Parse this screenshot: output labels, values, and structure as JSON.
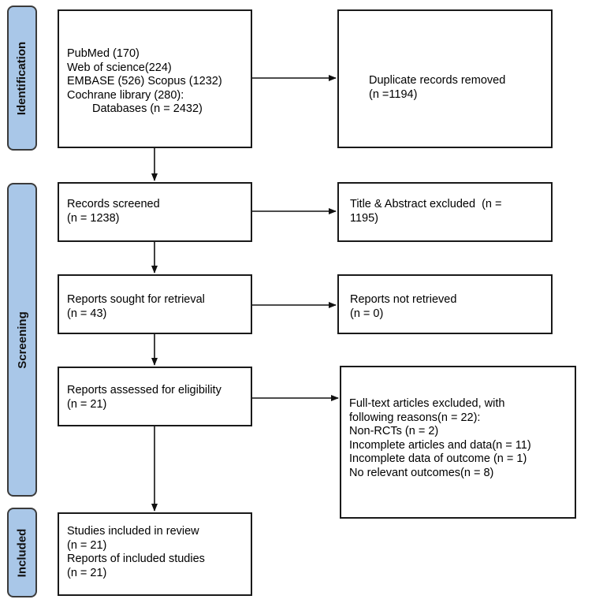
{
  "phases": {
    "identification": "Identification",
    "screening": "Screening",
    "included": "Included"
  },
  "identification": {
    "databases": [
      "PubMed (170)",
      "Web of science(224)",
      "EMBASE (526) Scopus (1232)",
      "Cochrane library (280):"
    ],
    "databases_total": "Databases (n = 2432)",
    "duplicates": [
      "Duplicate records removed",
      "(n =1194)"
    ]
  },
  "screening": {
    "screened": [
      "Records screened",
      "(n = 1238)"
    ],
    "title_abstract_excluded": [
      "Title & Abstract excluded  (n =",
      "1195)"
    ],
    "sought": [
      "Reports sought for retrieval",
      "(n = 43)"
    ],
    "not_retrieved": [
      "Reports not retrieved",
      "(n = 0)"
    ],
    "assessed": [
      "Reports assessed for eligibility",
      "(n = 21)"
    ],
    "full_text_excluded": [
      "Full-text articles excluded, with",
      "following reasons(n = 22):",
      "Non-RCTs (n = 2)",
      "Incomplete articles and data(n = 11)",
      "Incomplete data of outcome (n = 1)",
      "No relevant outcomes(n = 8)"
    ]
  },
  "included": {
    "lines": [
      "Studies included in review",
      "(n = 21)",
      "Reports of included studies",
      "(n = 21)"
    ]
  }
}
